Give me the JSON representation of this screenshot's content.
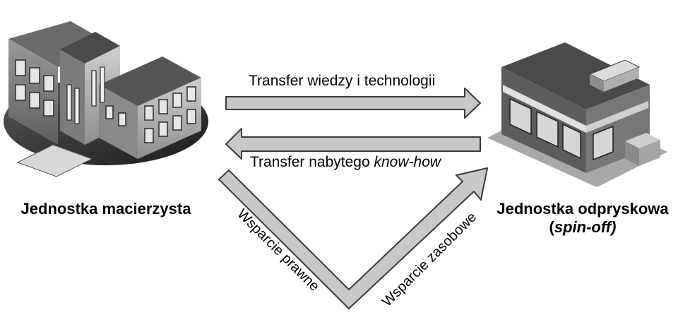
{
  "parent_unit": {
    "label": "Jednostka macierzysta"
  },
  "spinoff_unit": {
    "label_line1": "Jednostka odpryskowa",
    "label_line2_open": "(",
    "label_line2_italic": "spin-off)"
  },
  "arrows": {
    "knowledge_transfer": {
      "label": "Transfer wiedzy i technologii"
    },
    "knowhow_transfer": {
      "label_plain": "Transfer nabytego ",
      "label_italic": "know-how"
    },
    "legal_support": {
      "label": "Wsparcie prawne"
    },
    "resource_support": {
      "label": "Wsparcie zasobowe"
    }
  },
  "colors": {
    "arrow_fill": "#c8c8c8",
    "arrow_stroke": "#3a3a3a",
    "building_dark": "#3c3c3c",
    "building_light": "#bdbdbd"
  }
}
